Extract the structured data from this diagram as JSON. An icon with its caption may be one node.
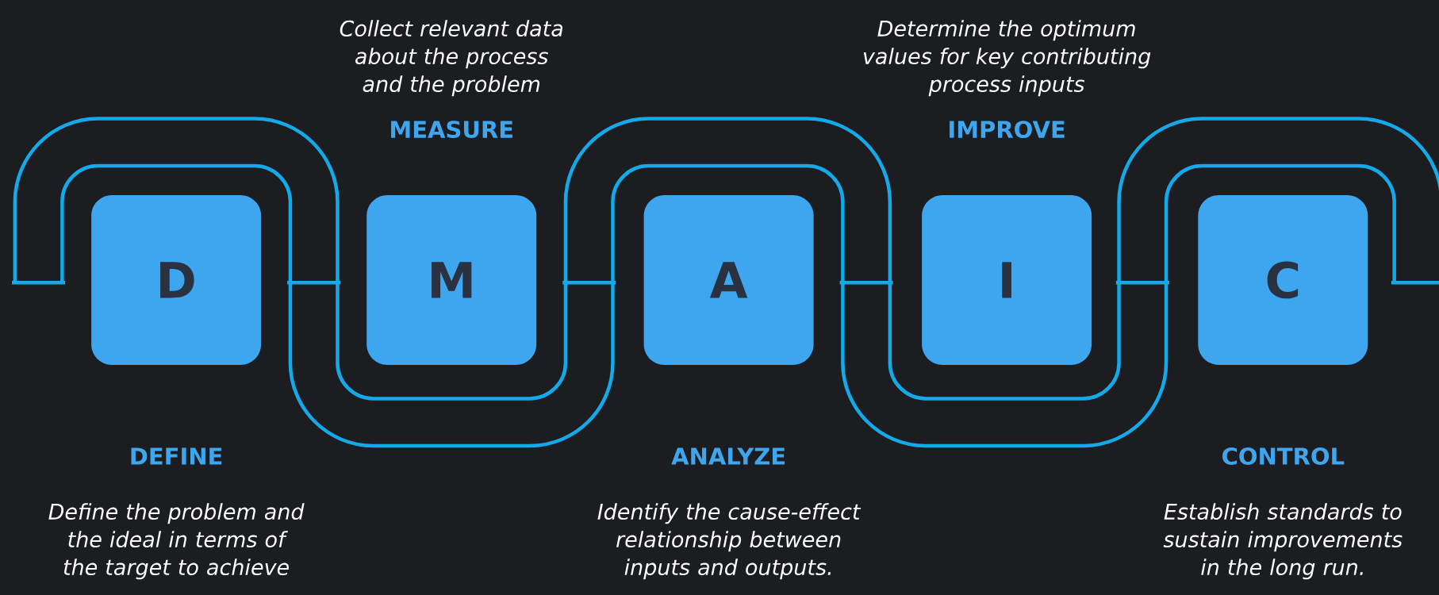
{
  "diagram": {
    "nodes": [
      {
        "text": [
          "D",
          "DEFINE"
        ]
      },
      {
        "text": [
          "MEASURE",
          "M"
        ]
      },
      {
        "text": [
          "A",
          "ANALYZE"
        ]
      },
      {
        "text": [
          "IMPROVE",
          "I"
        ]
      },
      {
        "text": [
          "C",
          "CONTROL"
        ]
      }
    ],
    "labels": [
      "Collect relevant data about the process and the problem",
      "Determine the optimum values for key contributing process inputs",
      "Define the problem and the ideal in terms of the target to achieve",
      "Identify the cause-effect relationship between inputs and outputs.",
      "Establish standards to sustain improvements in the long run."
    ]
  }
}
